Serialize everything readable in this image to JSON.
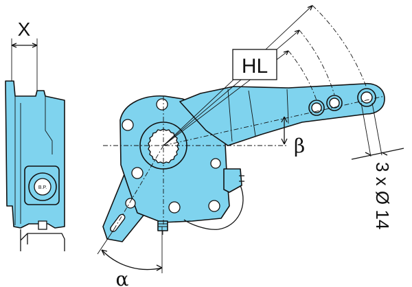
{
  "labels": {
    "width": "X",
    "stroke": "HL",
    "angle_offset": "β",
    "angle_swing": "α",
    "holes": "3 x Ø 14",
    "valve_mark": "B.P."
  },
  "colors": {
    "part_fill": "#7fd3ee",
    "outline": "#111111",
    "background": "#ffffff"
  }
}
